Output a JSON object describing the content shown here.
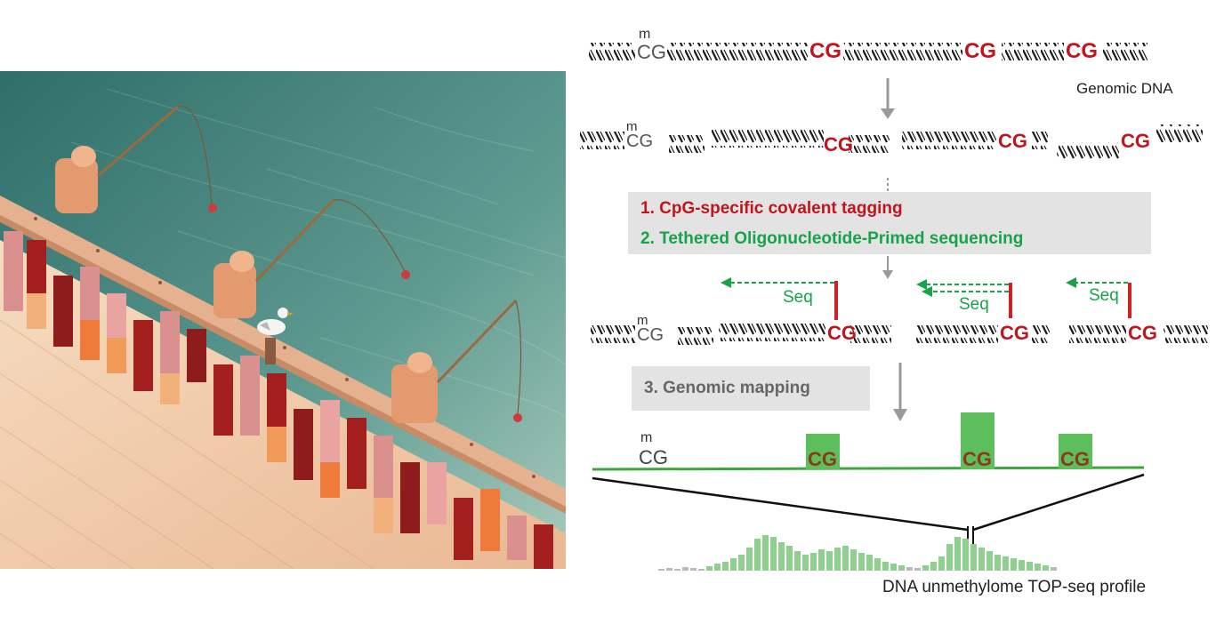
{
  "colors": {
    "water_top": "#2f6e6a",
    "water_bottom": "#a7c8bd",
    "sand": "#f1c9a6",
    "pier": "#e9b38f",
    "dna_strand": "#1a1a1a",
    "methylated": "#555555",
    "unmethylated": "#c0151c",
    "step1": "#c0151c",
    "step2": "#17a34a",
    "step3": "#666666",
    "seq_arrow": "#17a34a",
    "tag": "#d2202a",
    "peak": "#5cbf5c",
    "track": "#3aa83a",
    "profile": "#8fd08f",
    "arrow": "#9a9a9a"
  },
  "illustration": {
    "pier_railing": "pier-railing-icon",
    "fishermen": [
      "fisherman-1",
      "fisherman-2",
      "fisherman-3"
    ],
    "bird": "seagull-icon",
    "bobbers": [
      "bobber-1",
      "bobber-2",
      "bobber-3"
    ],
    "posts": "dna-bar-posts"
  },
  "diagram": {
    "methyl_mark": "m",
    "cpg": "CG",
    "genomic_dna_label": "Genomic DNA",
    "steps": {
      "step1": "1. CpG-specific covalent tagging",
      "step2": "2. Tethered Oligonucleotide-Primed sequencing",
      "step3": "3. Genomic mapping"
    },
    "seq_label": "Seq",
    "profile_label": "DNA unmethylome TOP-seq profile"
  }
}
